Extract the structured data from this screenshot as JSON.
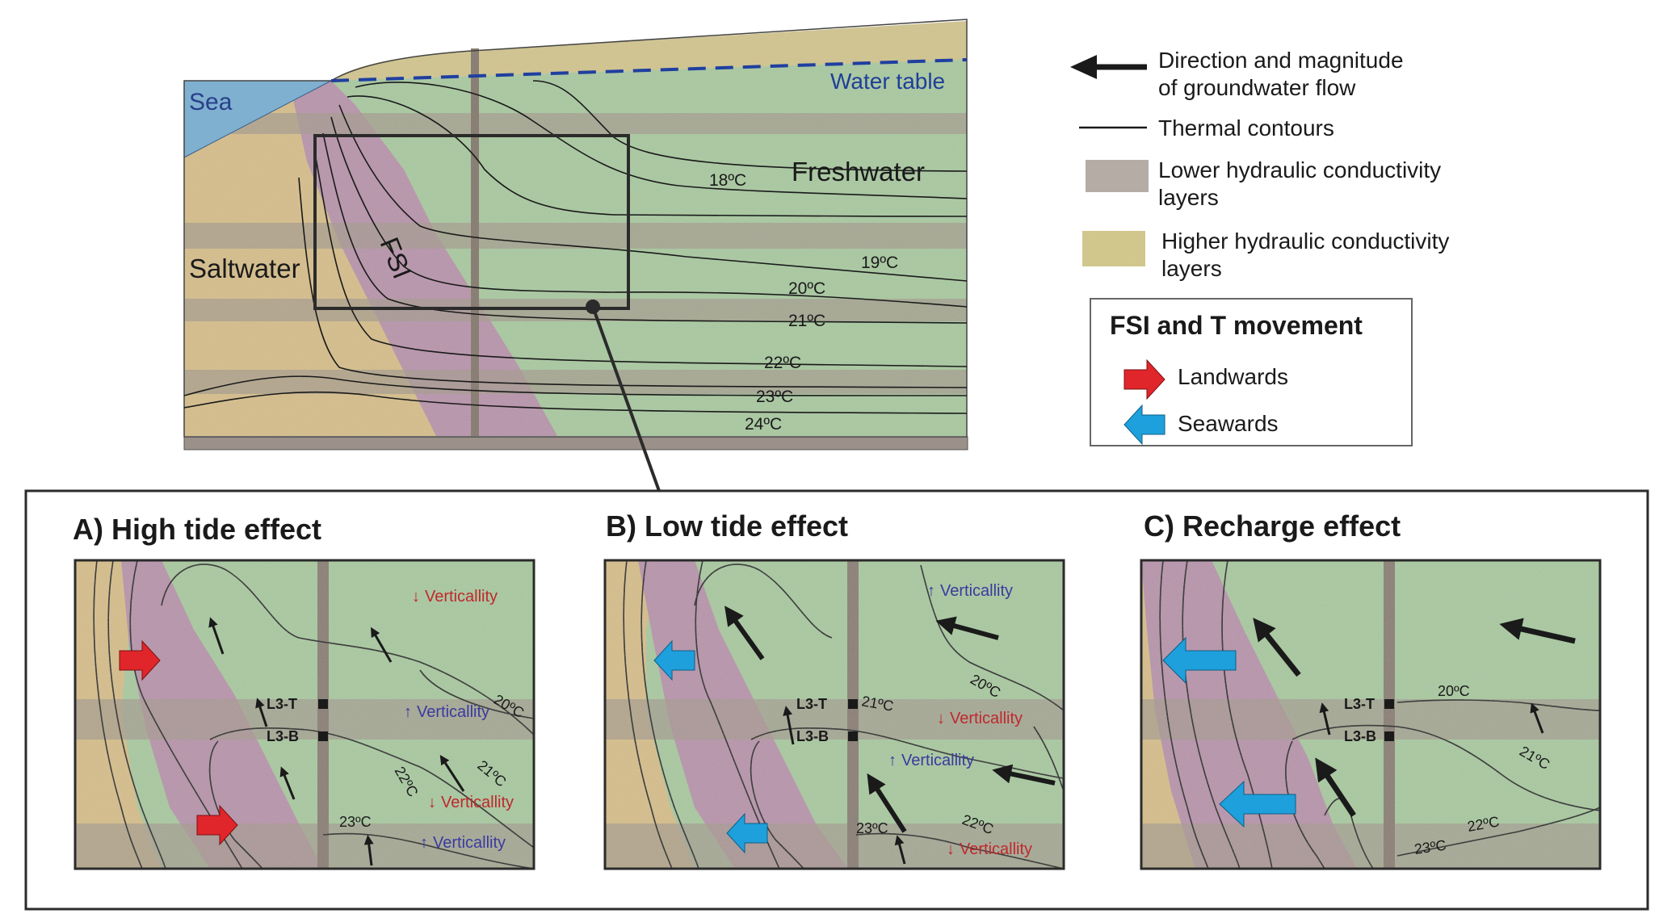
{
  "cross_section": {
    "sea_label": "Sea",
    "water_table_label": "Water table",
    "saltwater_label": "Saltwater",
    "freshwater_label": "Freshwater",
    "fsi_label": "FSI",
    "contours": [
      "18ºC",
      "19ºC",
      "20ºC",
      "21ºC",
      "22ºC",
      "23ºC",
      "24ºC"
    ]
  },
  "legend": {
    "flow_arrow": "Direction and magnitude of groundwater flow",
    "flow_arrow_line1": "Direction and magnitude",
    "flow_arrow_line2": "of groundwater flow",
    "thermal_contours": "Thermal contours",
    "lower_k_line1": "Lower hydraulic conductivity",
    "lower_k_line2": "layers",
    "higher_k_line1": "Higher hydraulic conductivity",
    "higher_k_line2": "layers",
    "movement_title": "FSI and T movement",
    "landwards": "Landwards",
    "seawards": "Seawards"
  },
  "panels": {
    "a": {
      "title": "A) High tide effect",
      "sensor_top": "L3-T",
      "sensor_bottom": "L3-B",
      "verticality": "Verticallity",
      "contours": [
        "20ºC",
        "21ºC",
        "22ºC",
        "23ºC"
      ]
    },
    "b": {
      "title": "B) Low tide effect",
      "sensor_top": "L3-T",
      "sensor_bottom": "L3-B",
      "verticality": "Verticallity",
      "contours": [
        "20ºC",
        "21ºC",
        "22ºC",
        "23ºC"
      ]
    },
    "c": {
      "title": "C) Recharge effect",
      "sensor_top": "L3-T",
      "sensor_bottom": "L3-B",
      "contours": [
        "20ºC",
        "21ºC",
        "22ºC",
        "23ºC"
      ]
    }
  },
  "colors": {
    "fresh": "#a9c9a0",
    "sand": "#d2c08f",
    "lowk": "#a89e92",
    "fsi": "#b48ca6",
    "sea": "#7fb0d0",
    "watertable": "#1f3fa0",
    "landward_arrow": "#e0262a",
    "seaward_arrow": "#1ea0dc",
    "flow_arrow": "#1a1a1a"
  }
}
